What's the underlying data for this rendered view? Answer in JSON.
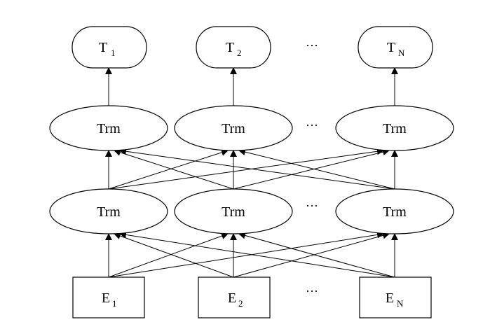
{
  "outputs": [
    {
      "label": "T",
      "sub": "1"
    },
    {
      "label": "T",
      "sub": "2"
    },
    {
      "label": "T",
      "sub": "N"
    }
  ],
  "trm_upper": [
    "Trm",
    "Trm",
    "Trm"
  ],
  "trm_lower": [
    "Trm",
    "Trm",
    "Trm"
  ],
  "inputs": [
    {
      "label": "E",
      "sub": "1"
    },
    {
      "label": "E",
      "sub": "2"
    },
    {
      "label": "E",
      "sub": "N"
    }
  ],
  "ellipsis": {
    "outputs": "···",
    "upper": "···",
    "lower": "···",
    "inputs": "···"
  }
}
